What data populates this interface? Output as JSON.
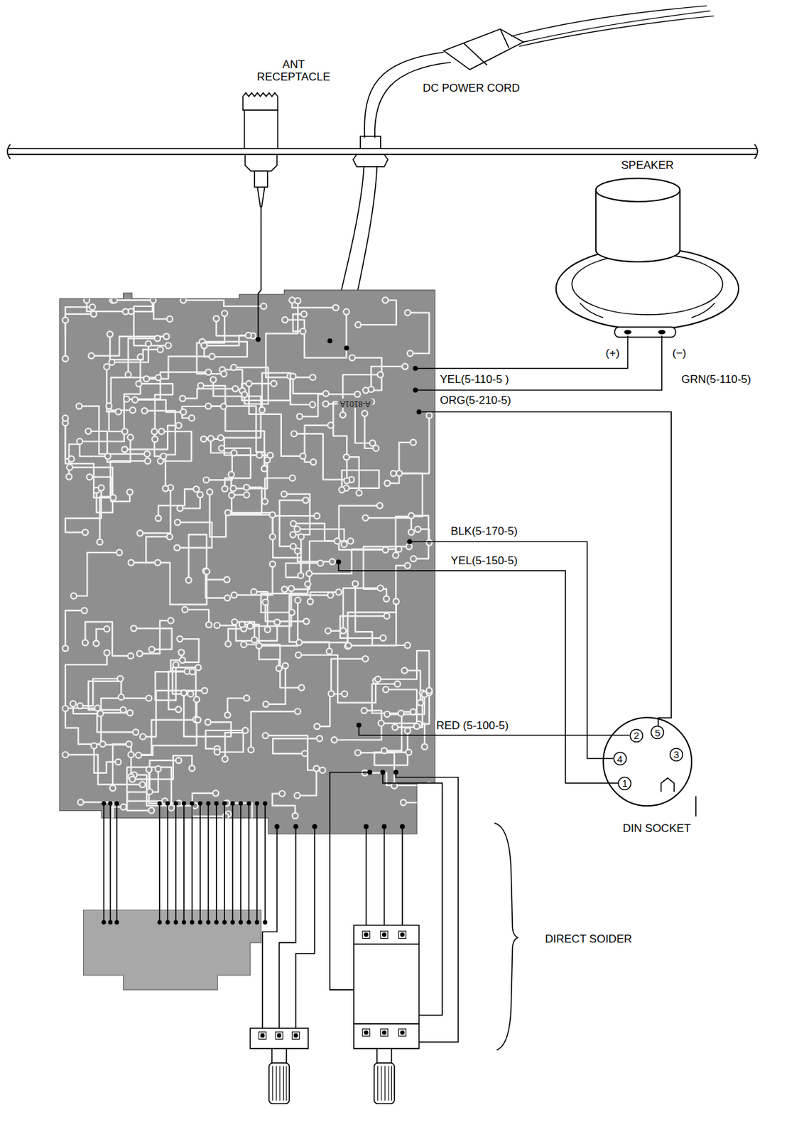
{
  "diagram": {
    "nodes": [
      {
        "text": [
          "DIN SOCKET"
        ]
      },
      {
        "text": [
          "2"
        ],
        "in": 0
      },
      {
        "text": [
          "5"
        ],
        "in": 0
      },
      {
        "text": [
          "4"
        ],
        "in": 0
      },
      {
        "text": [
          "3"
        ],
        "in": 0
      },
      {
        "text": [
          "1"
        ],
        "in": 0
      }
    ],
    "labels": [
      "ANT RECEPTACLE",
      "DC POWER CORD",
      "SPEAKER",
      "(+)",
      "(−)",
      "YEL(5-110-5 )",
      "GRN(5-110-5)",
      "ORG(5-210-5)",
      "A-8101A",
      "BLK(5-170-5)",
      "YEL(5-150-5)",
      "RED (5-100-5)",
      "DIRECT SOIDER"
    ]
  }
}
